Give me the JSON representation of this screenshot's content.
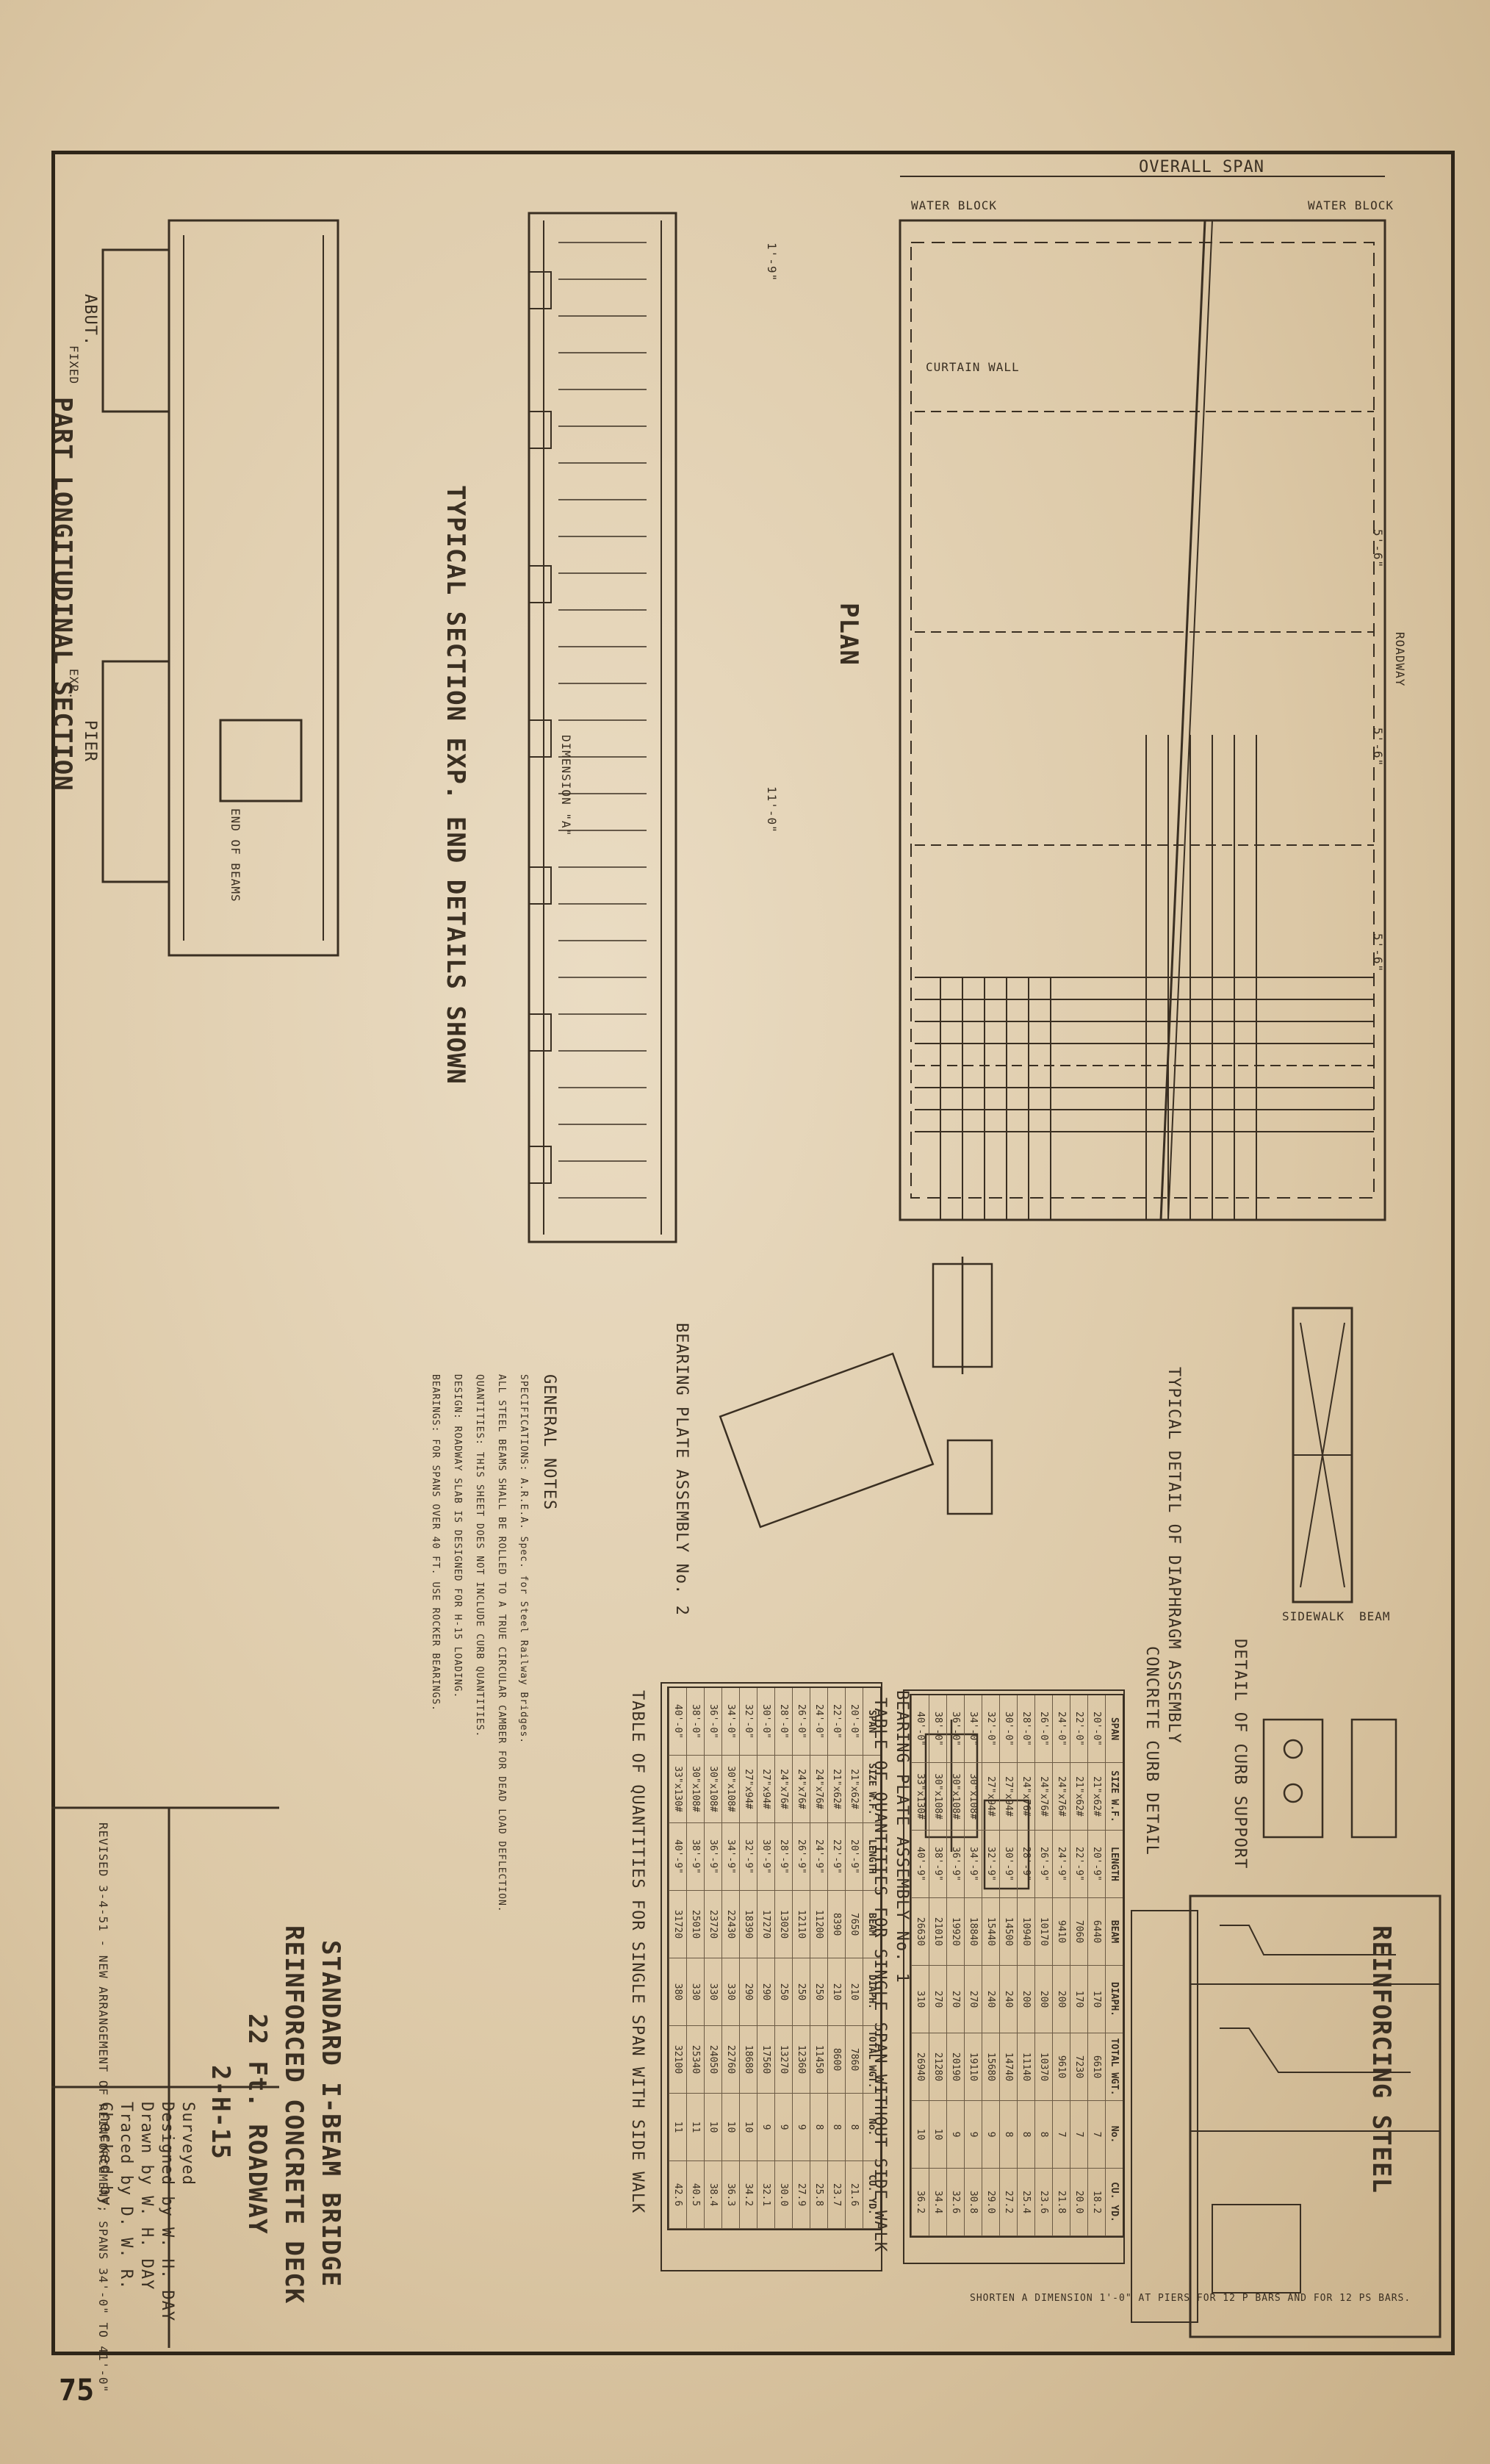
{
  "title_block": {
    "line1": "STANDARD I-BEAM BRIDGE",
    "line2": "REINFORCED CONCRETE DECK",
    "line3": "22 Ft. ROADWAY",
    "sheet_code": "2-H-15",
    "sheet_number": "75",
    "surveyed": "Surveyed",
    "designed": "Designed by W. H. DAY",
    "drawn": "Drawn by W. H. DAY",
    "traced": "Traced by D. W. R.",
    "checked": "Checked by"
  },
  "revisions": "REVISED 3-4-51 - NEW ARRANGEMENT OF REINFORCEMENT; SPANS 34'-0\" TO 41'-0\"",
  "sections": {
    "part_longitudinal": "PART LONGITUDINAL SECTION",
    "typical_section": "TYPICAL SECTION EXP. END DETAILS SHOWN",
    "plan": "PLAN",
    "diaphragm": "TYPICAL DETAIL OF DIAPHRAGM ASSEMBLY",
    "curb_support": "DETAIL OF CURB SUPPORT",
    "bearing_plate_2": "BEARING PLATE ASSEMBLY No. 2",
    "bearing_plate_1": "BEARING PLATE ASSEMBLY No. 1",
    "concrete_curb": "CONCRETE CURB DETAIL",
    "reinforcing_steel": "REINFORCING STEEL",
    "general_notes": "GENERAL NOTES",
    "table_sidewalk": "TABLE OF QUANTITIES FOR SINGLE SPAN WITH SIDE WALK",
    "table_no_sidewalk": "TABLE OF QUANTITIES FOR SINGLE SPAN WITHOUT SIDE WALK"
  },
  "labels": {
    "overall_span": "OVERALL SPAN",
    "water_block": "WATER BLOCK",
    "roadway": "ROADWAY",
    "curtain_wall": "CURTAIN WALL",
    "sidewalk": "SIDEWALK",
    "beam": "BEAM",
    "abut": "ABUT.",
    "pier": "PIER",
    "fixed": "FIXED",
    "exp": "EXP.",
    "end_of_beams": "END OF BEAMS",
    "dimension_a": "DIMENSION \"A\"",
    "shorten_note": "SHORTEN A DIMENSION 1'-0\" AT PIERS FOR 12 P BARS AND FOR 12 PS BARS.",
    "dim_5_6": "5'-6\"",
    "dim_11_0": "11'-0\"",
    "dim_1_9": "1'-9\""
  },
  "notes": [
    "SPECIFICATIONS: A.R.E.A. Spec. for Steel Railway Bridges.",
    "ALL STEEL BEAMS SHALL BE ROLLED TO A TRUE CIRCULAR CAMBER FOR DEAD LOAD DEFLECTION.",
    "QUANTITIES: THIS SHEET DOES NOT INCLUDE CURB QUANTITIES.",
    "DESIGN: ROADWAY SLAB IS DESIGNED FOR H-15 LOADING.",
    "BEARINGS: FOR SPANS OVER 40 FT. USE ROCKER BEARINGS."
  ],
  "table_headers": [
    "SPAN",
    "SIZE W.F. BEAM",
    "LENGTH",
    "BEAM",
    "DIAPH.",
    "TOTAL WGT.",
    "No.",
    "CU. YD."
  ],
  "table_sidewalk_rows": [
    [
      "20'-0\"",
      "21\"x62#",
      "20'-9\"",
      "7650",
      "210",
      "7860",
      "8",
      "21.6"
    ],
    [
      "22'-0\"",
      "21\"x62#",
      "22'-9\"",
      "8390",
      "210",
      "8600",
      "8",
      "23.7"
    ],
    [
      "24'-0\"",
      "24\"x76#",
      "24'-9\"",
      "11200",
      "250",
      "11450",
      "8",
      "25.8"
    ],
    [
      "26'-0\"",
      "24\"x76#",
      "26'-9\"",
      "12110",
      "250",
      "12360",
      "9",
      "27.9"
    ],
    [
      "28'-0\"",
      "24\"x76#",
      "28'-9\"",
      "13020",
      "250",
      "13270",
      "9",
      "30.0"
    ],
    [
      "30'-0\"",
      "27\"x94#",
      "30'-9\"",
      "17270",
      "290",
      "17560",
      "9",
      "32.1"
    ],
    [
      "32'-0\"",
      "27\"x94#",
      "32'-9\"",
      "18390",
      "290",
      "18680",
      "10",
      "34.2"
    ],
    [
      "34'-0\"",
      "30\"x108#",
      "34'-9\"",
      "22430",
      "330",
      "22760",
      "10",
      "36.3"
    ],
    [
      "36'-0\"",
      "30\"x108#",
      "36'-9\"",
      "23720",
      "330",
      "24050",
      "10",
      "38.4"
    ],
    [
      "38'-0\"",
      "30\"x108#",
      "38'-9\"",
      "25010",
      "330",
      "25340",
      "11",
      "40.5"
    ],
    [
      "40'-0\"",
      "33\"x130#",
      "40'-9\"",
      "31720",
      "380",
      "32100",
      "11",
      "42.6"
    ]
  ],
  "table_no_sidewalk_rows": [
    [
      "20'-0\"",
      "21\"x62#",
      "20'-9\"",
      "6440",
      "170",
      "6610",
      "7",
      "18.2"
    ],
    [
      "22'-0\"",
      "21\"x62#",
      "22'-9\"",
      "7060",
      "170",
      "7230",
      "7",
      "20.0"
    ],
    [
      "24'-0\"",
      "24\"x76#",
      "24'-9\"",
      "9410",
      "200",
      "9610",
      "7",
      "21.8"
    ],
    [
      "26'-0\"",
      "24\"x76#",
      "26'-9\"",
      "10170",
      "200",
      "10370",
      "8",
      "23.6"
    ],
    [
      "28'-0\"",
      "24\"x76#",
      "28'-9\"",
      "10940",
      "200",
      "11140",
      "8",
      "25.4"
    ],
    [
      "30'-0\"",
      "27\"x94#",
      "30'-9\"",
      "14500",
      "240",
      "14740",
      "8",
      "27.2"
    ],
    [
      "32'-0\"",
      "27\"x94#",
      "32'-9\"",
      "15440",
      "240",
      "15680",
      "9",
      "29.0"
    ],
    [
      "34'-0\"",
      "30\"x108#",
      "34'-9\"",
      "18840",
      "270",
      "19110",
      "9",
      "30.8"
    ],
    [
      "36'-0\"",
      "30\"x108#",
      "36'-9\"",
      "19920",
      "270",
      "20190",
      "9",
      "32.6"
    ],
    [
      "38'-0\"",
      "30\"x108#",
      "38'-9\"",
      "21010",
      "270",
      "21280",
      "10",
      "34.4"
    ],
    [
      "40'-0\"",
      "33\"x130#",
      "40'-9\"",
      "26630",
      "310",
      "26940",
      "10",
      "36.2"
    ]
  ],
  "colors": {
    "paper": "#e3d3b6",
    "ink": "#3a2f22"
  }
}
